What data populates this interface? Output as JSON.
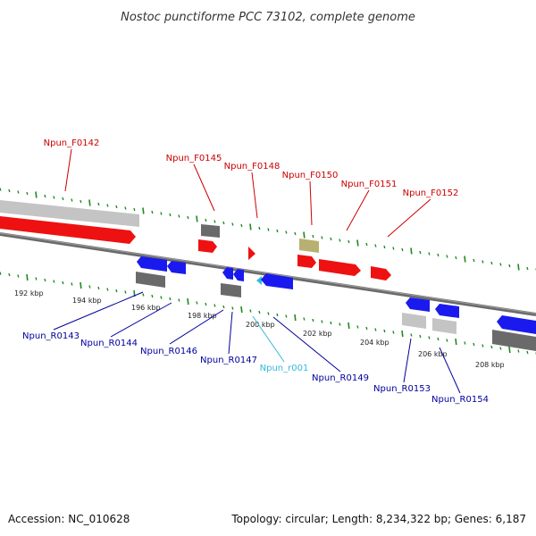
{
  "title": "Nostoc punctiforme PCC 73102, complete genome",
  "footer": {
    "accession": "Accession: NC_010628",
    "summary": "Topology: circular; Length: 8,234,322 bp; Genes: 6,187"
  },
  "colors": {
    "forward": "#ee1111",
    "reverse": "#1a1aee",
    "grey_dark": "#6a6a6a",
    "grey_light": "#c4c4c4",
    "rna": "#b8b070",
    "tick": "#1f8a1f",
    "label_forward": "#cc0000",
    "label_reverse": "#00009c",
    "label_rna": "#33bbdd"
  },
  "scale": {
    "ticks": [
      "192 kbp",
      "194 kbp",
      "196 kbp",
      "198 kbp",
      "200 kbp",
      "202 kbp",
      "204 kbp",
      "206 kbp",
      "208 kbp"
    ]
  },
  "labels": [
    {
      "name": "Npun_F0142",
      "strand": "forward"
    },
    {
      "name": "Npun_F0145",
      "strand": "forward"
    },
    {
      "name": "Npun_F0148",
      "strand": "forward"
    },
    {
      "name": "Npun_F0150",
      "strand": "forward"
    },
    {
      "name": "Npun_F0151",
      "strand": "forward"
    },
    {
      "name": "Npun_F0152",
      "strand": "forward"
    },
    {
      "name": "Npun_R0143",
      "strand": "reverse"
    },
    {
      "name": "Npun_R0144",
      "strand": "reverse"
    },
    {
      "name": "Npun_R0146",
      "strand": "reverse"
    },
    {
      "name": "Npun_R0147",
      "strand": "reverse"
    },
    {
      "name": "Npun_r001",
      "strand": "rna"
    },
    {
      "name": "Npun_R0149",
      "strand": "reverse"
    },
    {
      "name": "Npun_R0153",
      "strand": "reverse"
    },
    {
      "name": "Npun_R0154",
      "strand": "reverse"
    }
  ]
}
